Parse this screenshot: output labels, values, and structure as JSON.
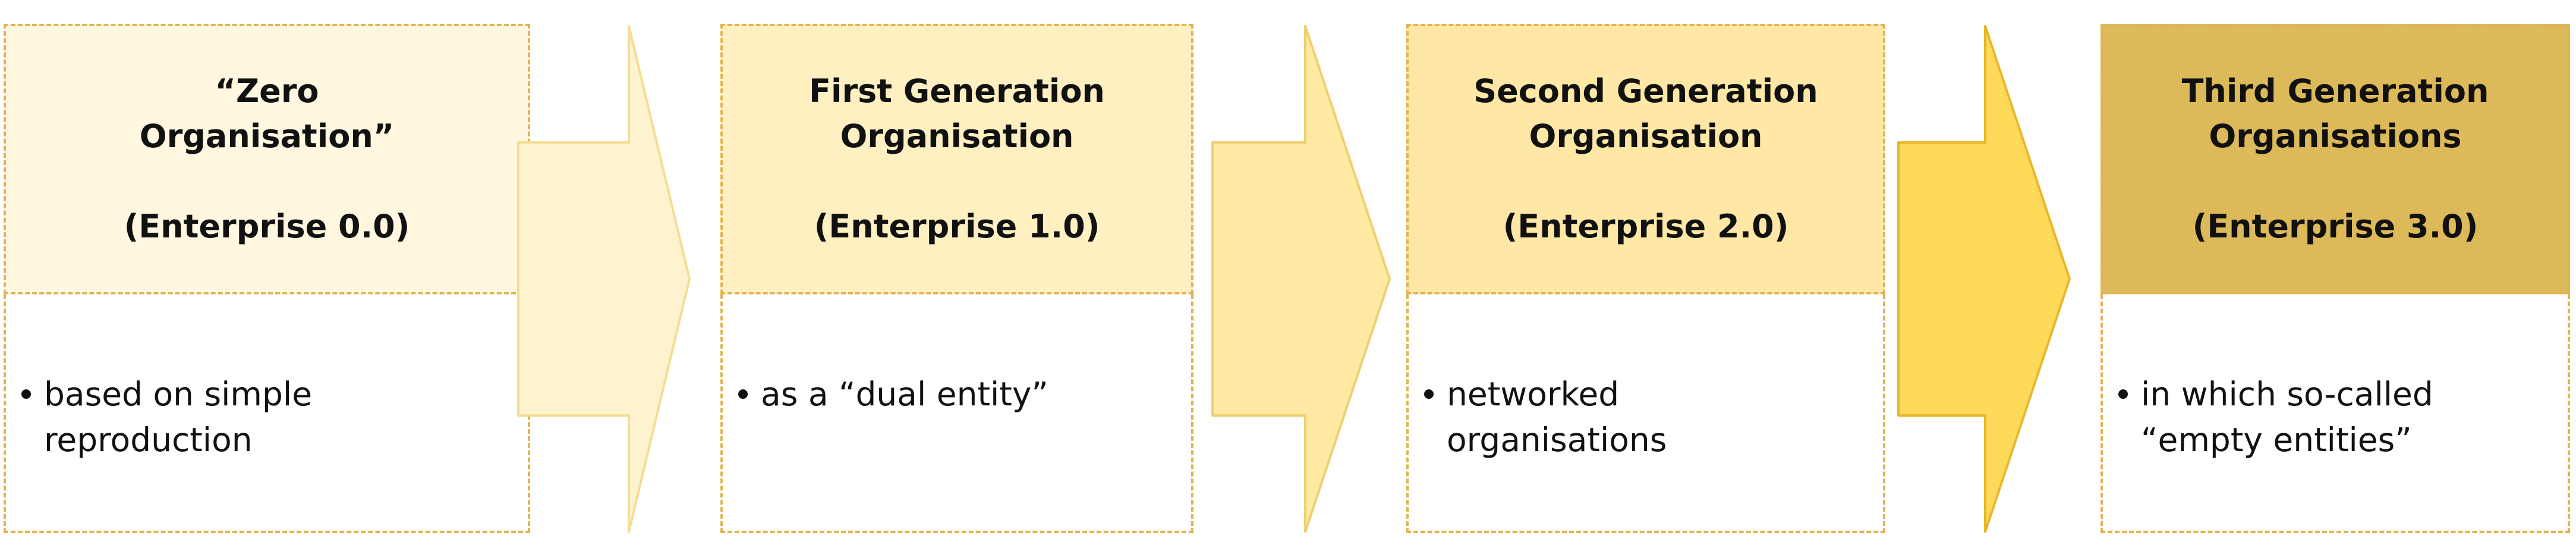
{
  "stages": [
    {
      "title_lines": [
        "“Zero",
        "Organisation”"
      ],
      "subtitle": "(Enterprise 0.0)",
      "bullet": "based on simple\nreproduction",
      "head_fill": "#fff7df"
    },
    {
      "title_lines": [
        "First Generation",
        "Organisation"
      ],
      "subtitle": "(Enterprise 1.0)",
      "bullet": "as a “dual entity”",
      "head_fill": "#fff0c2"
    },
    {
      "title_lines": [
        "Second Generation",
        "Organisation"
      ],
      "subtitle": "(Enterprise 2.0)",
      "bullet": "networked\norganisations",
      "head_fill": "#ffe7a6"
    },
    {
      "title_lines": [
        "Third Generation",
        "Organisations"
      ],
      "subtitle": "(Enterprise 3.0)",
      "bullet": "in which so-called\n“empty entities”",
      "head_fill": "#dcb959"
    }
  ],
  "arrows": [
    {
      "fill": "#fff3cf",
      "stroke": "#f3dd94"
    },
    {
      "fill": "#ffe9a3",
      "stroke": "#efcf72"
    },
    {
      "fill": "#ffd95a",
      "stroke": "#e7b72b"
    }
  ]
}
